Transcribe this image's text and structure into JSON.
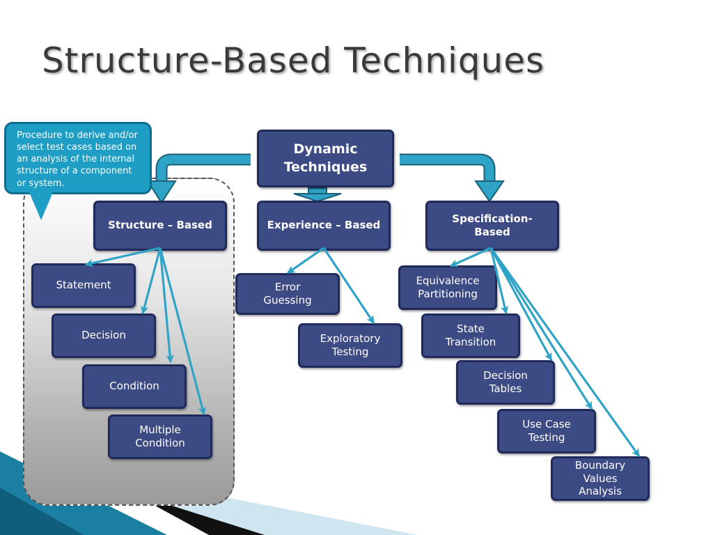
{
  "title": "Structure-Based Techniques",
  "callout": {
    "text": " Procedure  to derive and/or select test cases based on an analysis of the internal structure of a component or system."
  },
  "nodes": {
    "dynamic": "Dynamic Techniques",
    "structure_based": "Structure – Based",
    "experience_based": "Experience – Based",
    "specification_based": "Specification-Based",
    "statement": "Statement",
    "decision": "Decision",
    "condition": "Condition",
    "multiple_condition": "Multiple Condition",
    "error_guessing": "Error Guessing",
    "exploratory_testing": "Exploratory Testing",
    "equivalence_partitioning": "Equivalence Partitioning",
    "state_transition": "State Transition",
    "decision_tables": "Decision Tables",
    "use_case_testing": "Use Case Testing",
    "boundary_values_analysis": "Boundary Values Analysis"
  },
  "colors": {
    "node_fill": "#3d4b84",
    "node_border": "#1f2a5a",
    "arrow": "#2ea3c6",
    "callout": "#1e9ec5"
  }
}
